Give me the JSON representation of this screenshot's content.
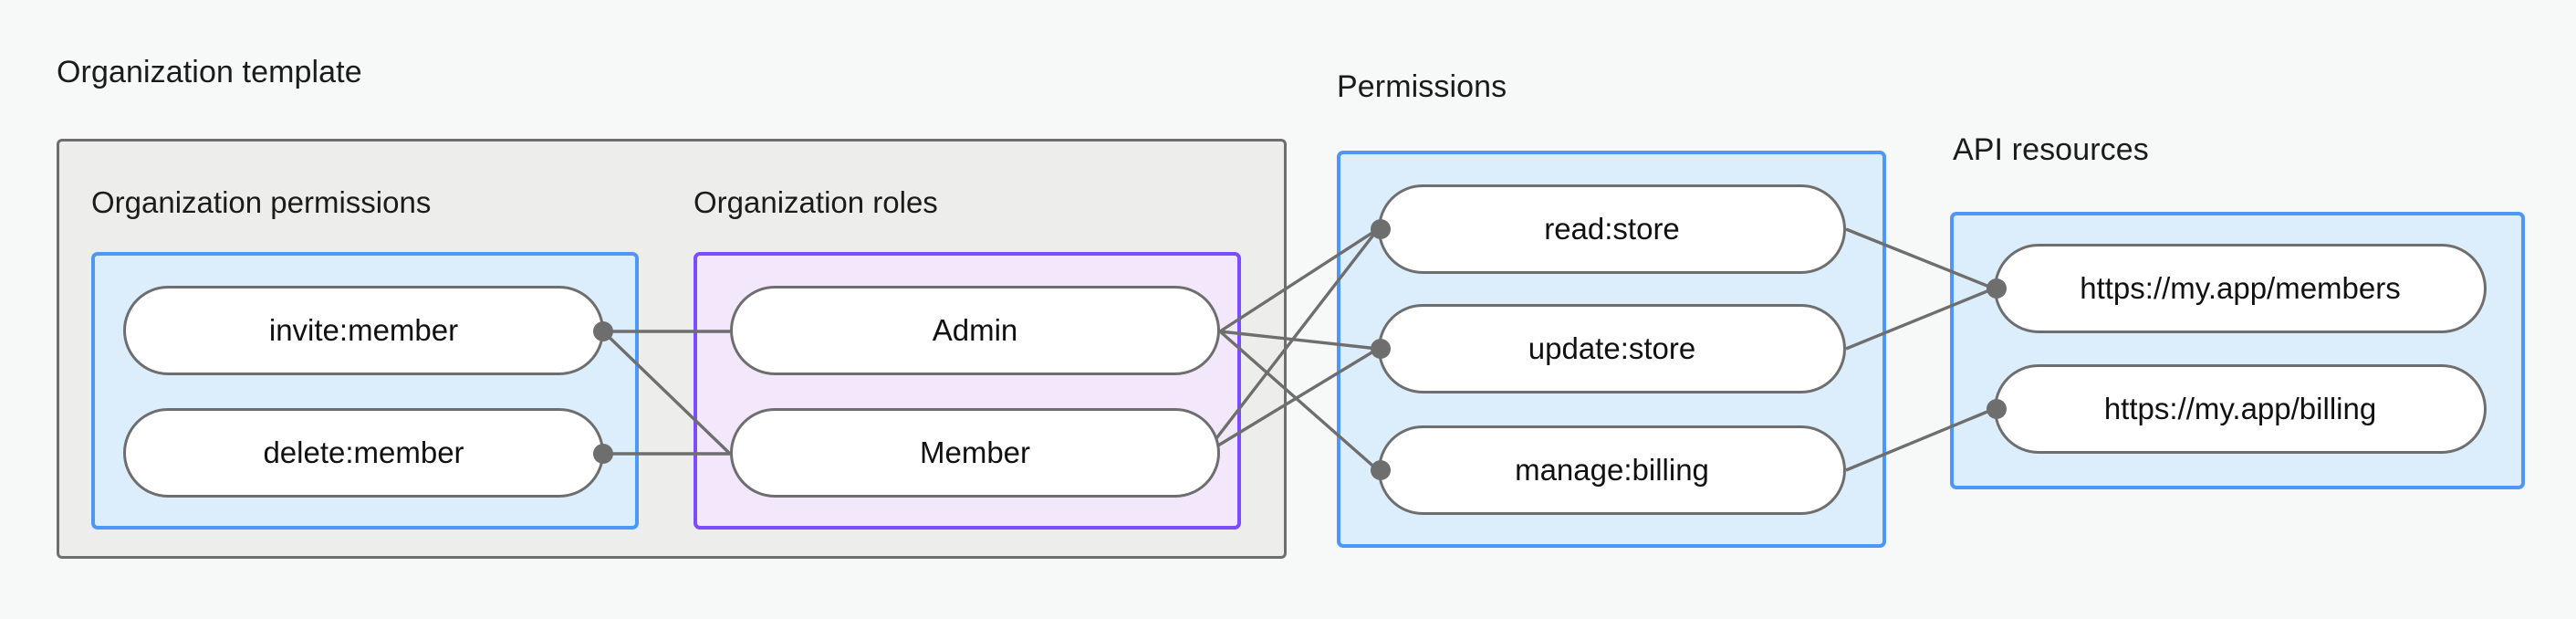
{
  "background_color": "#f7f8f8",
  "palette": {
    "blue_border": "#4d97f7",
    "blue_fill": "#dceefc",
    "purple_border": "#7c4dff",
    "purple_fill": "#f3e8fb",
    "gray_border": "#6e6e6e",
    "gray_fill": "#ededec",
    "node_fill": "#ffffff",
    "edge": "#6e6e6e",
    "text": "#1b1b1b"
  },
  "groups": {
    "organization_template": {
      "title": "Organization template",
      "subgroups": {
        "organization_permissions": {
          "title": "Organization permissions",
          "nodes": [
            {
              "label": "invite:member"
            },
            {
              "label": "delete:member"
            }
          ]
        },
        "organization_roles": {
          "title": "Organization roles",
          "nodes": [
            {
              "label": "Admin"
            },
            {
              "label": "Member"
            }
          ]
        }
      }
    },
    "permissions": {
      "title": "Permissions",
      "nodes": [
        {
          "label": "read:store"
        },
        {
          "label": "update:store"
        },
        {
          "label": "manage:billing"
        }
      ]
    },
    "api_resources": {
      "title": "API resources",
      "nodes": [
        {
          "label": "https://my.app/members"
        },
        {
          "label": "https://my.app/billing"
        }
      ]
    }
  },
  "connections": [
    {
      "from": "invite:member",
      "to": "Admin"
    },
    {
      "from": "invite:member",
      "to": "Member"
    },
    {
      "from": "delete:member",
      "to": "Member"
    },
    {
      "from": "Admin",
      "to": "read:store"
    },
    {
      "from": "Admin",
      "to": "update:store"
    },
    {
      "from": "Admin",
      "to": "manage:billing"
    },
    {
      "from": "Member",
      "to": "read:store"
    },
    {
      "from": "Member",
      "to": "update:store"
    },
    {
      "from": "read:store",
      "to": "https://my.app/members"
    },
    {
      "from": "update:store",
      "to": "https://my.app/members"
    },
    {
      "from": "manage:billing",
      "to": "https://my.app/billing"
    }
  ]
}
